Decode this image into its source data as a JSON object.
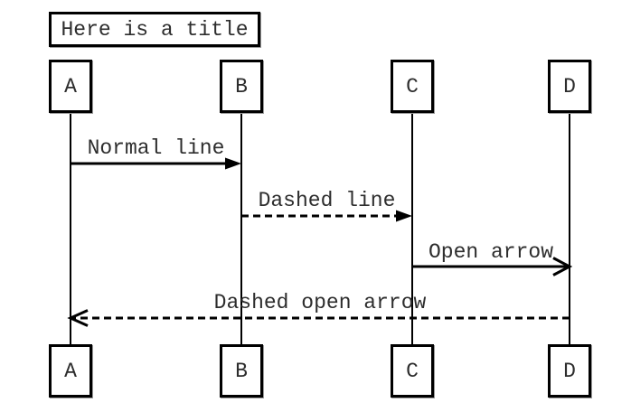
{
  "diagram": {
    "type": "sequence-diagram",
    "title": "Here is a title",
    "actors": [
      {
        "label": "A"
      },
      {
        "label": "B"
      },
      {
        "label": "C"
      },
      {
        "label": "D"
      }
    ],
    "messages": [
      {
        "label": "Normal line",
        "from": "A",
        "to": "B",
        "line_style": "solid",
        "arrowhead": "filled"
      },
      {
        "label": "Dashed line",
        "from": "B",
        "to": "C",
        "line_style": "dashed",
        "arrowhead": "filled"
      },
      {
        "label": "Open arrow",
        "from": "C",
        "to": "D",
        "line_style": "solid",
        "arrowhead": "open"
      },
      {
        "label": "Dashed open arrow",
        "from": "D",
        "to": "A",
        "line_style": "dashed",
        "arrowhead": "open"
      }
    ],
    "colors": {
      "line": "#000000",
      "text": "#2d2d2d",
      "background": "#ffffff"
    }
  }
}
